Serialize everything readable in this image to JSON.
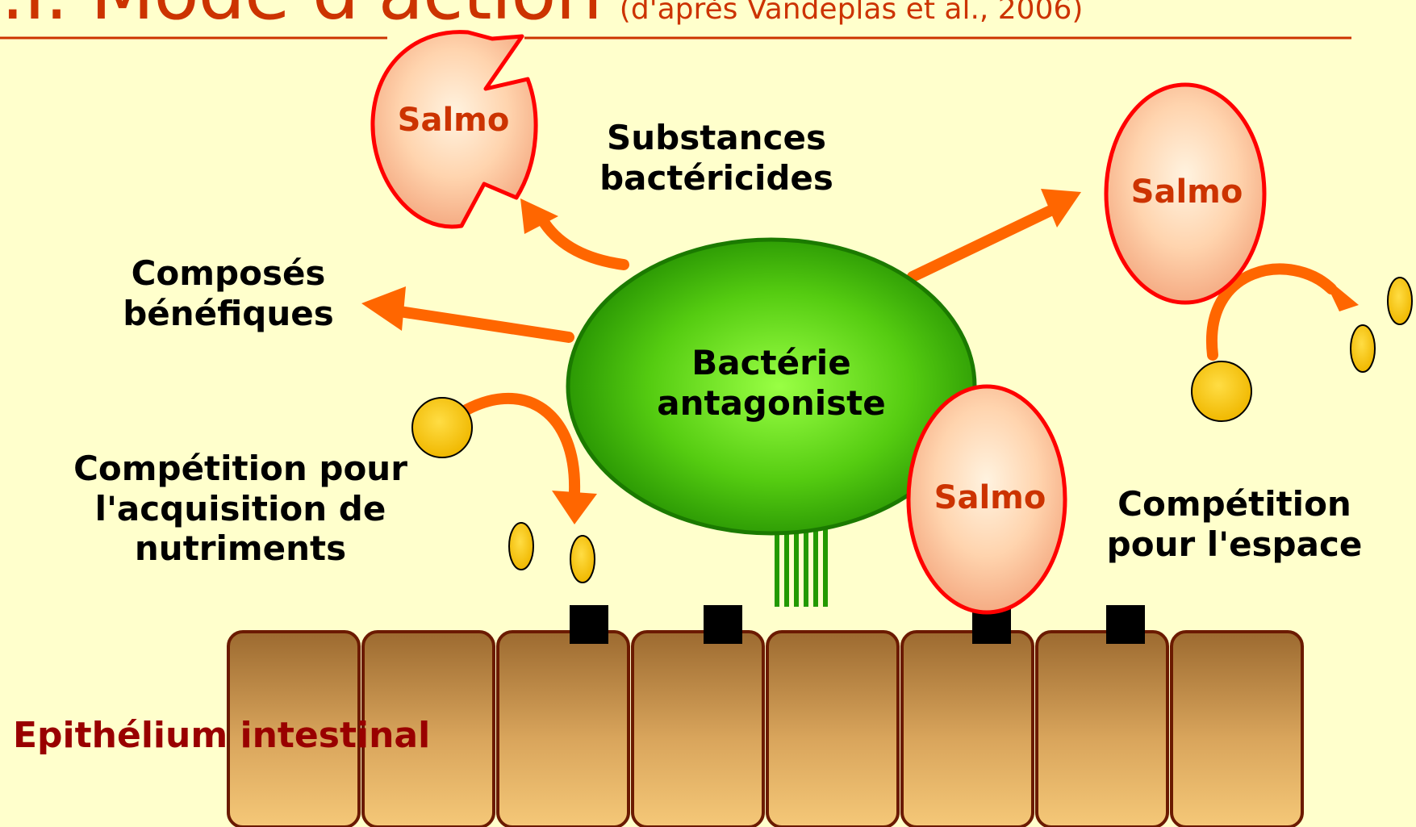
{
  "title": {
    "main": "I.I. Mode d'action",
    "citation": "(d'après Vandeplas et al., 2006)"
  },
  "labels": {
    "substances": [
      "Substances",
      "bactéricides"
    ],
    "composes": [
      "Composés",
      "bénéfiques"
    ],
    "bacterie": [
      "Bactérie",
      "antagoniste"
    ],
    "competition_nutriments": [
      "Compétition pour",
      "l'acquisition de",
      "nutriments"
    ],
    "competition_espace": [
      "Compétition",
      "pour l'espace"
    ],
    "epithelium": "Epithélium intestinal",
    "salmo": "Salmo"
  },
  "colors": {
    "background": "#FFFFCC",
    "title": "#CC3300",
    "arrow": "#FF6600",
    "salmo_outline": "#FF0000",
    "bacterium": "#33AA00",
    "nutrient": "#FFCC00",
    "epithelium_cell": "#C8944A",
    "epithelium_label": "#990000"
  }
}
